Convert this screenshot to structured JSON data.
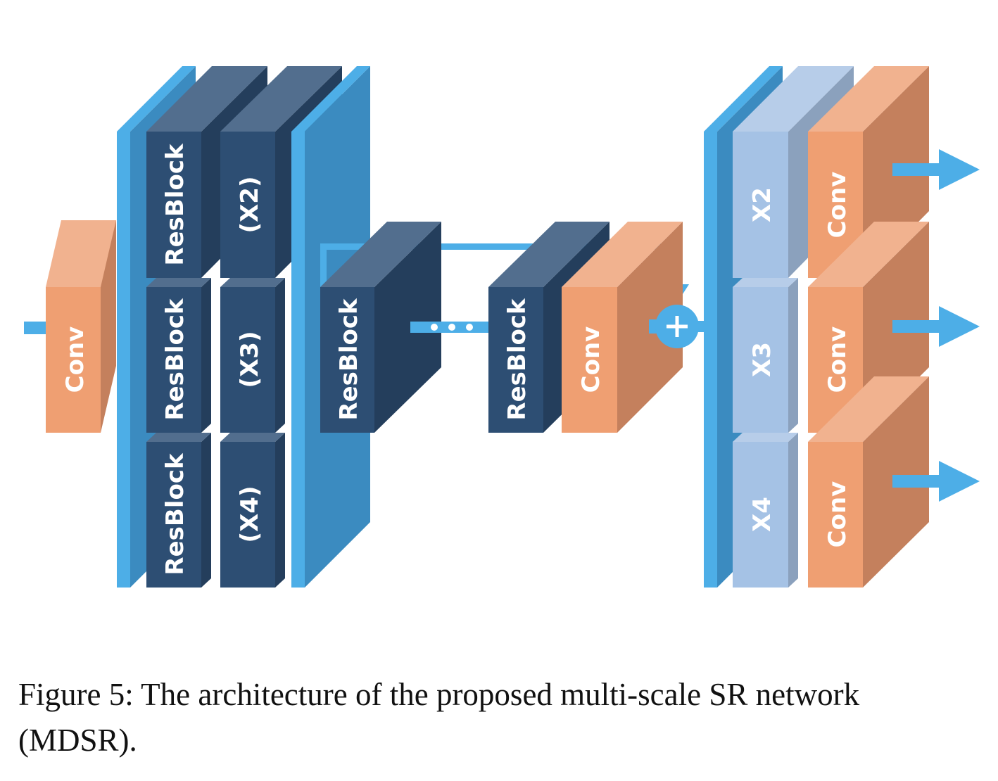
{
  "diagram": {
    "labels": {
      "conv": "Conv",
      "resblock": "ResBlock",
      "pre_x2": "(X2)",
      "pre_x3": "(X3)",
      "pre_x4": "(X4)",
      "up_x2": "X2",
      "up_x3": "X3",
      "up_x4": "X4"
    },
    "colors": {
      "orange_front": "#ef9f72",
      "orange_top": "#f1b28f",
      "orange_side": "#c4805d",
      "navy_front": "#2d4e73",
      "navy_top": "#526e8e",
      "navy_side": "#243e5c",
      "blue_front": "#4daee7",
      "blue_side": "#3b8bc0",
      "lightblue_front": "#a5c2e5",
      "lightblue_top": "#b7cde9",
      "lightblue_side": "#8ba1bd"
    }
  },
  "caption": {
    "text": "Figure 5: The architecture of the proposed multi-scale SR network (MDSR)."
  }
}
